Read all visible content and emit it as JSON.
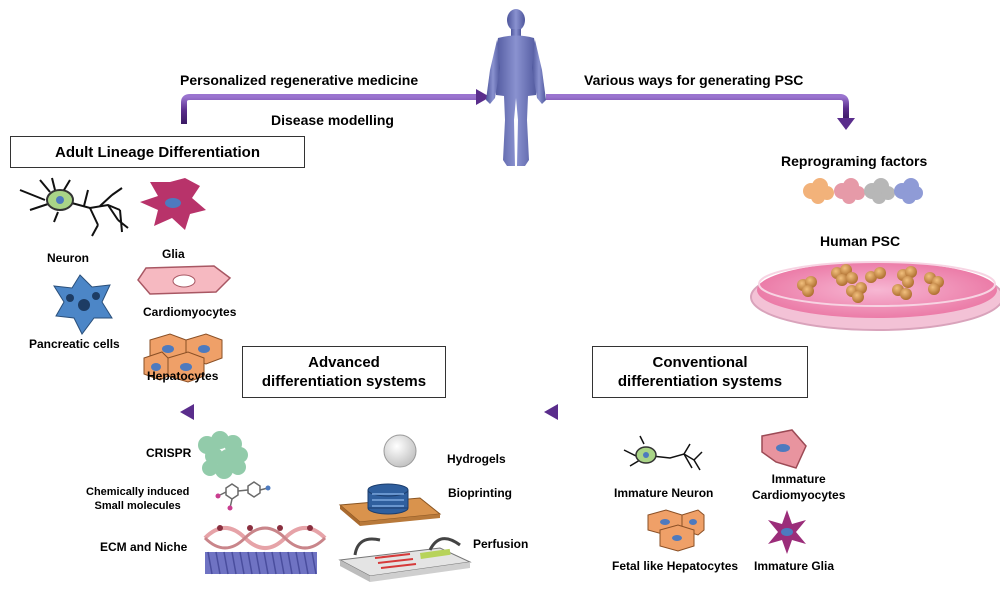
{
  "top": {
    "left_label": "Personalized regenerative medicine",
    "sub_label": "Disease modelling",
    "right_label": "Various ways for generating PSC"
  },
  "boxes": {
    "adult": "Adult Lineage Differentiation",
    "advanced": "Advanced\ndifferentiation systems",
    "conventional": "Conventional\ndifferentiation systems"
  },
  "adult_cells": {
    "neuron": "Neuron",
    "glia": "Glia",
    "pancreatic": "Pancreatic cells",
    "cardio": "Cardiomyocytes",
    "hepato": "Hepatocytes"
  },
  "psc": {
    "factors": "Reprograming factors",
    "human_psc": "Human PSC"
  },
  "advanced_items": {
    "crispr": "CRISPR",
    "chem": "Chemically induced\nSmall molecules",
    "ecm": "ECM and Niche",
    "hydrogels": "Hydrogels",
    "bioprinting": "Bioprinting",
    "perfusion": "Perfusion"
  },
  "conventional_items": {
    "neuron": "Immature Neuron",
    "cardio": "Immature\nCardiomyocytes",
    "hepato": "Fetal like Hepatocytes",
    "glia": "Immature Glia"
  },
  "colors": {
    "arrow": "#5a2d8c",
    "arrow_light": "#8a5cc2",
    "human": "#6b74b8",
    "dish": "#f09ac0"
  }
}
